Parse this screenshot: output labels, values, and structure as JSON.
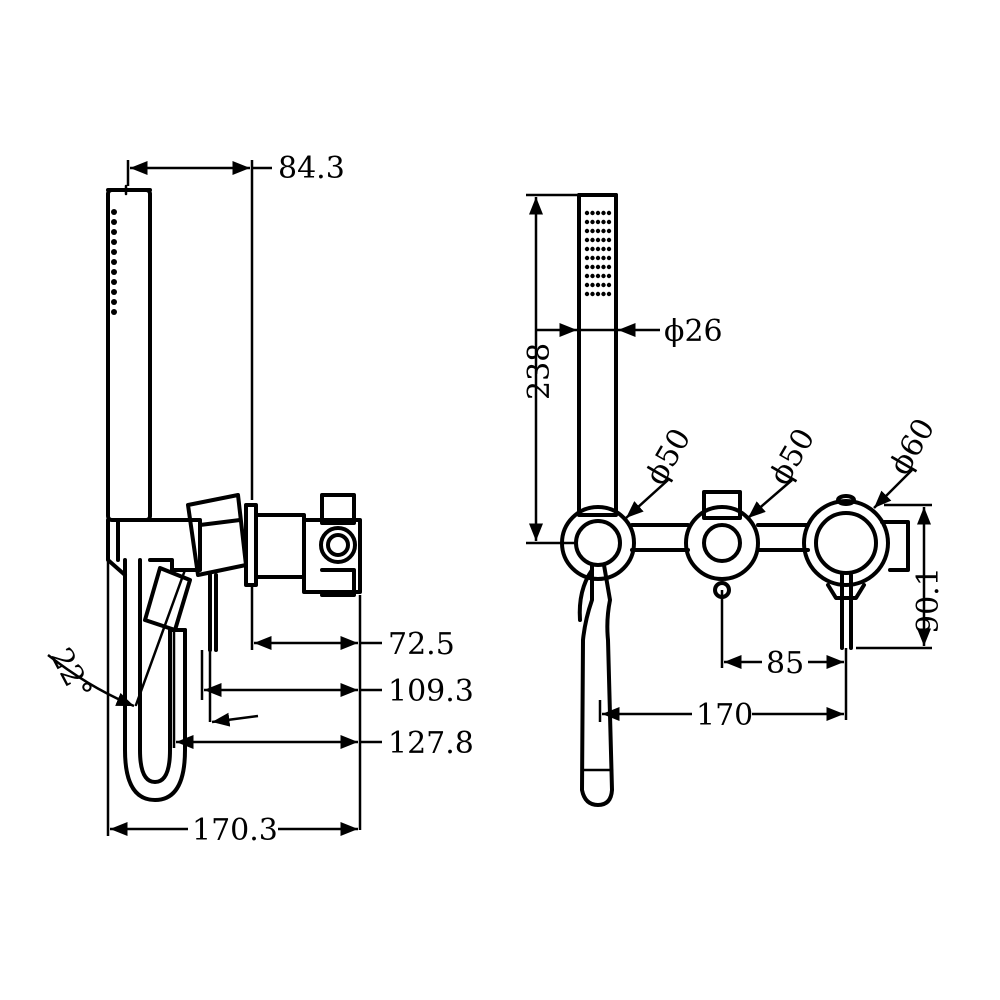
{
  "side_view": {
    "dimensions": {
      "handset_offset": "84.3",
      "spout_projection": "72.5",
      "handle_projection": "109.3",
      "holder_projection": "127.8",
      "overall_depth": "170.3",
      "tilt_angle": "22°"
    }
  },
  "front_view": {
    "dimensions": {
      "handset_length": "238",
      "handset_diameter": "ϕ26",
      "left_body_diameter": "ϕ50",
      "middle_body_diameter": "ϕ50",
      "right_body_diameter": "ϕ60",
      "right_height": "90.1",
      "center_spacing": "85",
      "overall_spacing": "170"
    }
  }
}
